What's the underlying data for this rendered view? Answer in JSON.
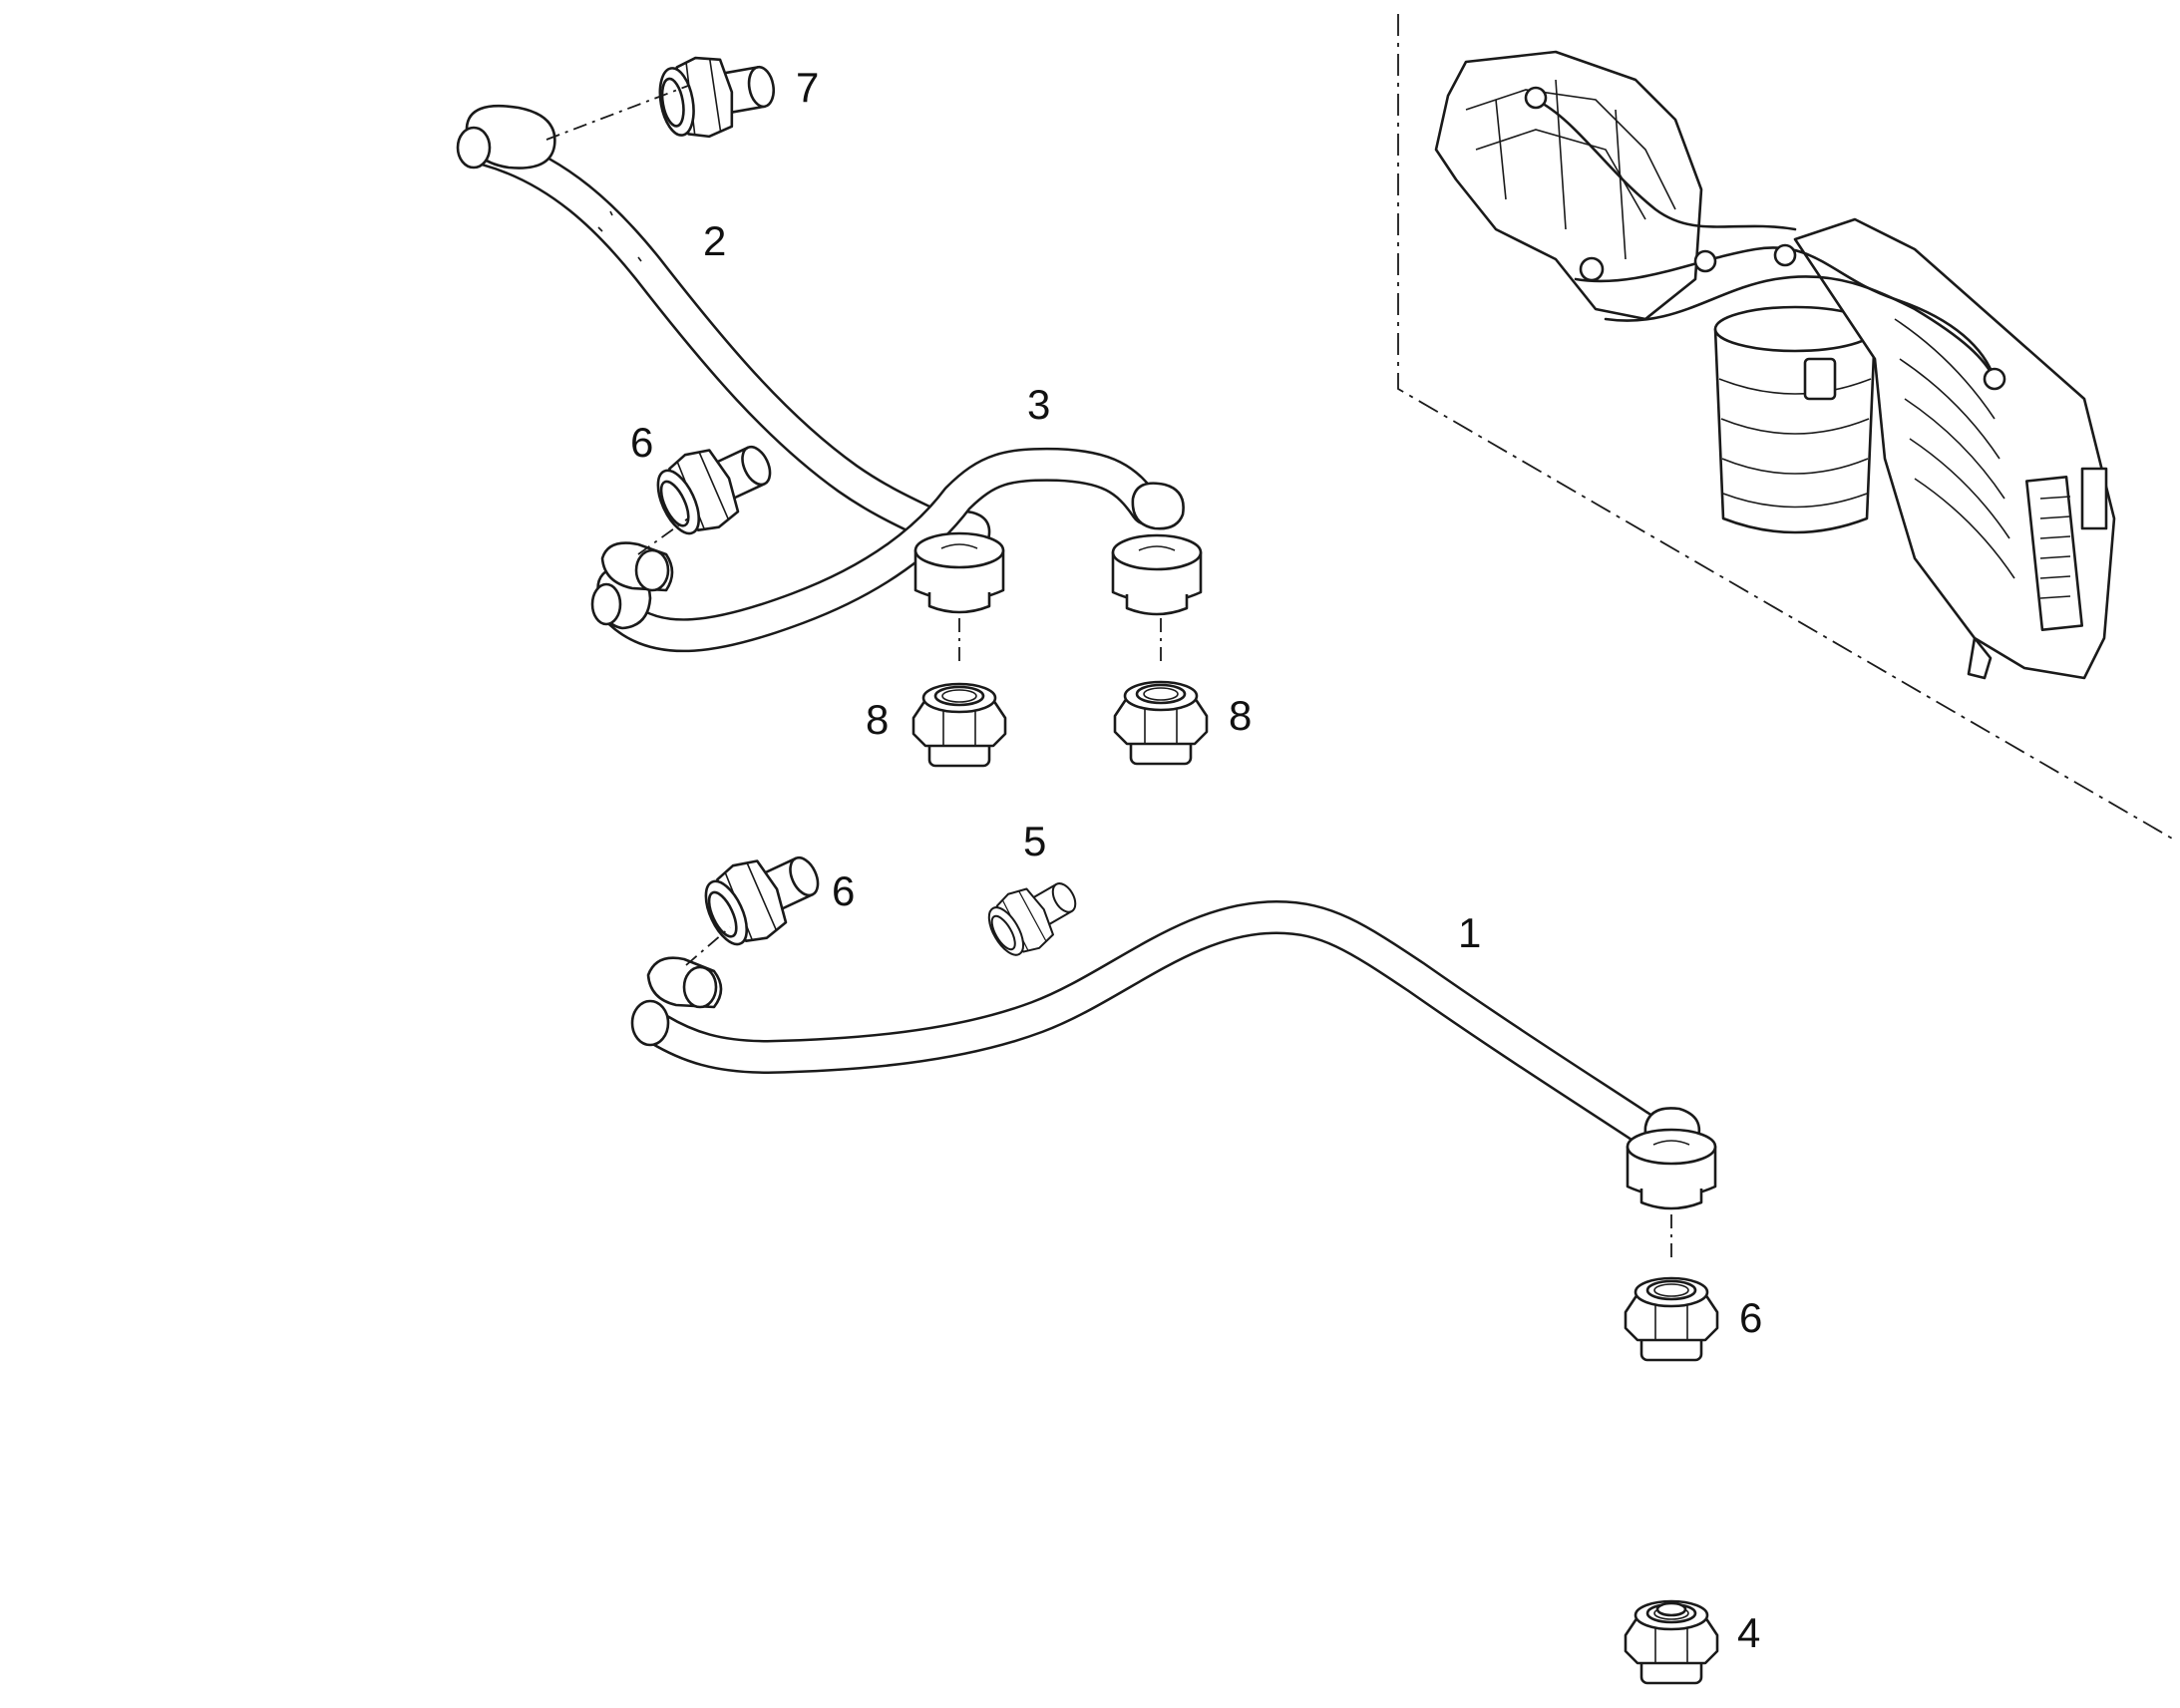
{
  "callouts": {
    "c1": "1",
    "c2": "2",
    "c3": "3",
    "c4": "4",
    "c5": "5",
    "c6a": "6",
    "c6b": "6",
    "c6c": "6",
    "c7": "7",
    "c8a": "8",
    "c8b": "8"
  }
}
